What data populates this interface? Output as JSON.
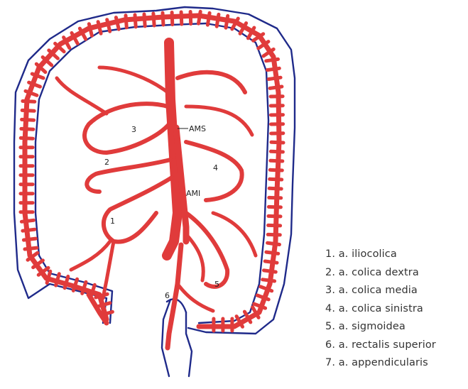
{
  "diagram": {
    "labels": {
      "n1": "1",
      "n2": "2",
      "n3": "3",
      "n4": "4",
      "n5": "5",
      "n6": "6",
      "ams": "AMS",
      "ami": "AMI"
    },
    "legend": [
      "1. a. iliocolica",
      "2. a. colica dextra",
      "3. a. colica media",
      "4. a. colica sinistra",
      "5. a. sigmoidea",
      "6. a. rectalis superior",
      "7. a. appendicularis"
    ],
    "colors": {
      "artery": "#e03b3b",
      "intestine_outline": "#1f2a8a",
      "background": "#ffffff"
    }
  }
}
